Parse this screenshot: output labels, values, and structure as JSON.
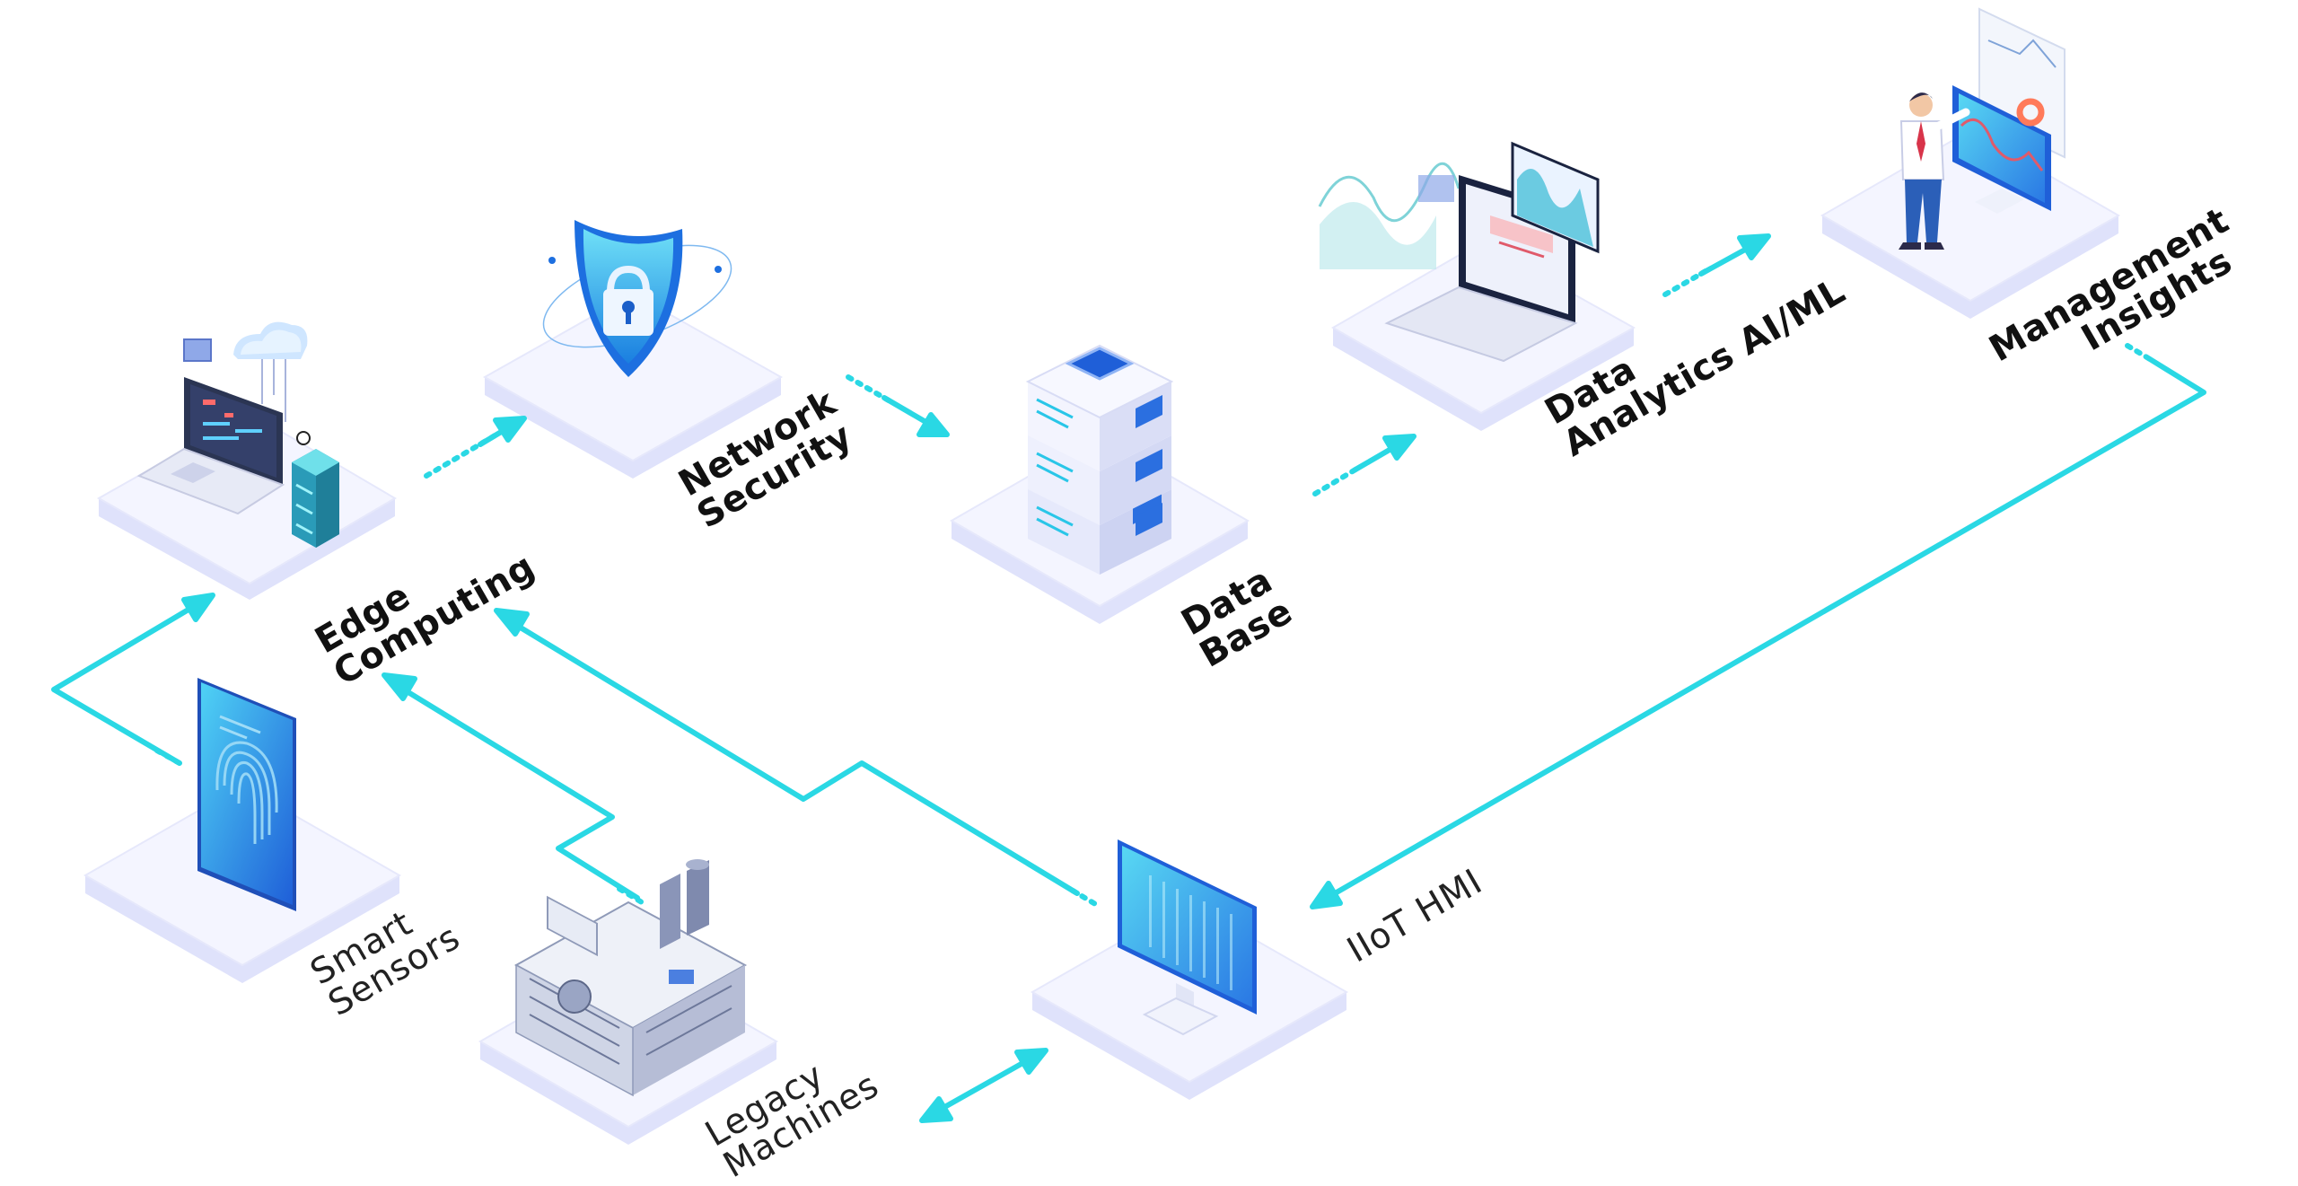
{
  "diagram": {
    "nodes": [
      {
        "id": "edge",
        "lines": [
          "Edge",
          "Computing"
        ],
        "icon": "laptop-cloud-server-icon"
      },
      {
        "id": "security",
        "lines": [
          "Network",
          "Security"
        ],
        "icon": "shield-lock-icon"
      },
      {
        "id": "database",
        "lines": [
          "Data",
          "Base"
        ],
        "icon": "server-stack-icon"
      },
      {
        "id": "analytics",
        "lines": [
          "Data",
          "Analytics AI/ML"
        ],
        "icon": "analytics-laptop-icon"
      },
      {
        "id": "insights",
        "lines": [
          "Management",
          "Insights"
        ],
        "icon": "presenter-dashboard-icon"
      },
      {
        "id": "sensors",
        "lines": [
          "Smart",
          "Sensors"
        ],
        "icon": "fingerprint-tablet-icon"
      },
      {
        "id": "legacy",
        "lines": [
          "Legacy",
          "Machines"
        ],
        "icon": "industrial-machine-icon"
      },
      {
        "id": "hmi",
        "lines": [
          "IIoT HMI"
        ],
        "icon": "monitor-icon"
      }
    ],
    "colors": {
      "arrow": "#2ad8e4",
      "platform_top": "#f2f3ff",
      "platform_side": "#dfe2fb",
      "accent_blue": "#1f6fe0",
      "label": "#111111"
    }
  }
}
